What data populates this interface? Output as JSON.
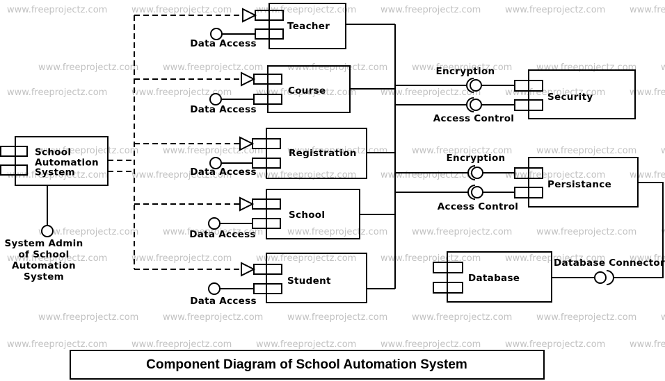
{
  "title": "Component Diagram of School Automation System",
  "watermark_text": "www.freeprojectz.com",
  "main_component": {
    "line1": "School",
    "line2": "Automation",
    "line3": "System"
  },
  "admin_actor": {
    "line1": "System Admin",
    "line2": "of School",
    "line3": "Automation",
    "line4": "System"
  },
  "components": {
    "teacher": "Teacher",
    "course": "Course",
    "registration": "Registration",
    "school": "School",
    "student": "Student",
    "security": "Security",
    "persistance": "Persistance",
    "database": "Database"
  },
  "labels": {
    "data_access": "Data Access",
    "encryption": "Encryption",
    "access_control": "Access Control",
    "database_connector": "Database Connector"
  },
  "colors": {
    "line": "#000000",
    "text": "#000000",
    "watermark": "#c2c2c2",
    "background": "#ffffff"
  }
}
